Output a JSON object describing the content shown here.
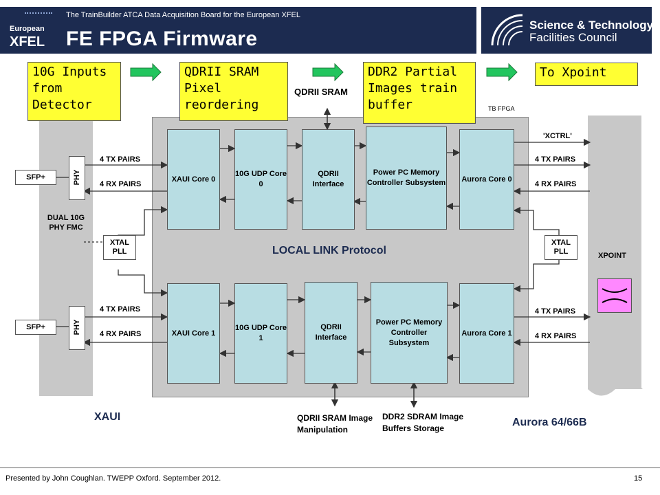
{
  "header": {
    "subtitle": "The TrainBuilder ATCA Data Acquisition Board for the European XFEL",
    "title": "FE FPGA Firmware",
    "logo_line1": "European",
    "logo_line2": "XFEL",
    "stfc_line1": "Science & Technology",
    "stfc_line2": "Facilities Council"
  },
  "callouts": {
    "inputs": "10G Inputs from Detector",
    "qdrii": "QDRII SRAM Pixel reordering",
    "ddr2": "DDR2 Partial Images train buffer",
    "xpoint": "To Xpoint"
  },
  "labels": {
    "qdrii_sram_top": "QDRII SRAM",
    "tb_fpga": "TB FPGA",
    "xctrl": "'XCTRL'",
    "sfp0": "SFP+",
    "sfp1": "SFP+",
    "phy": "PHY",
    "fmc": "DUAL 10G PHY FMC",
    "xtal_left": "XTAL PLL",
    "xtal_right": "XTAL PLL",
    "xpoint": "XPOINT",
    "tx_pairs": "4 TX PAIRS",
    "rx_pairs": "4 RX PAIRS",
    "local_link": "LOCAL LINK Protocol",
    "xaui": "XAUI",
    "aurora": "Aurora 64/66B",
    "qdrii_bottom": "QDRII SRAM Image Manipulation",
    "ddr2_bottom": "DDR2 SDRAM Image Buffers Storage"
  },
  "blocks": {
    "xaui0": "XAUI Core 0",
    "udp0": "10G UDP Core 0",
    "qdr0": "QDRII Interface",
    "ppc0": "Power PC Memory Controller Subsystem",
    "aur0": "Aurora Core 0",
    "xaui1": "XAUI Core 1",
    "udp1": "10G UDP Core 1",
    "qdr1": "QDRII Interface",
    "ppc1": "Power PC Memory Controller Subsystem",
    "aur1": "Aurora Core 1"
  },
  "footer": {
    "presenter": "Presented by John Coughlan. TWEPP Oxford. September 2012.",
    "page": "15"
  },
  "colors": {
    "header_bg": "#1c2b50",
    "block_fill": "#b8dde3",
    "callout_fill": "#ffff33",
    "arrow_green": "#22c55e",
    "xpoint_switch": "#ff88ff"
  }
}
